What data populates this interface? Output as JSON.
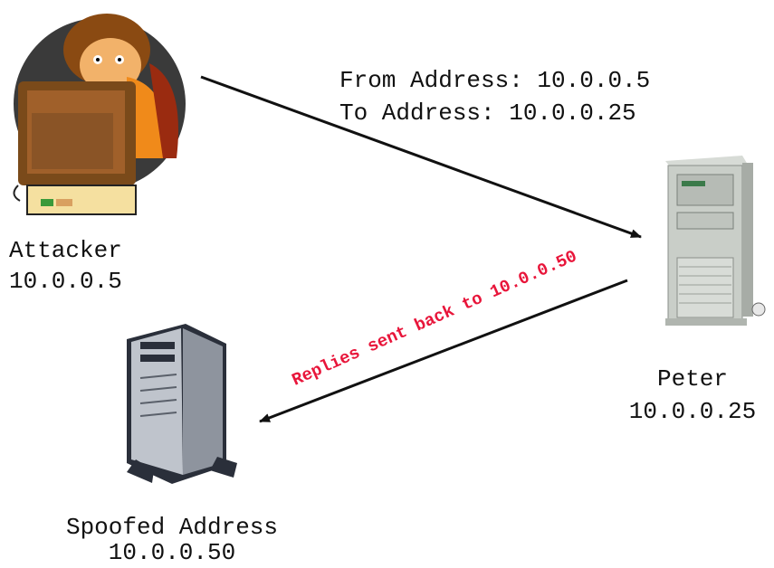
{
  "packet": {
    "from_line": "From Address: 10.0.0.5",
    "to_line": "To Address: 10.0.0.25"
  },
  "reply_label": "Replies sent back to 10.0.0.50",
  "nodes": {
    "attacker": {
      "name": "Attacker",
      "ip": "10.0.0.5"
    },
    "peter": {
      "name": "Peter",
      "ip": "10.0.0.25"
    },
    "spoofed": {
      "name": "Spoofed Address",
      "ip": "10.0.0.50"
    }
  },
  "colors": {
    "reply_text": "#e8153a",
    "arrow": "#111111"
  }
}
